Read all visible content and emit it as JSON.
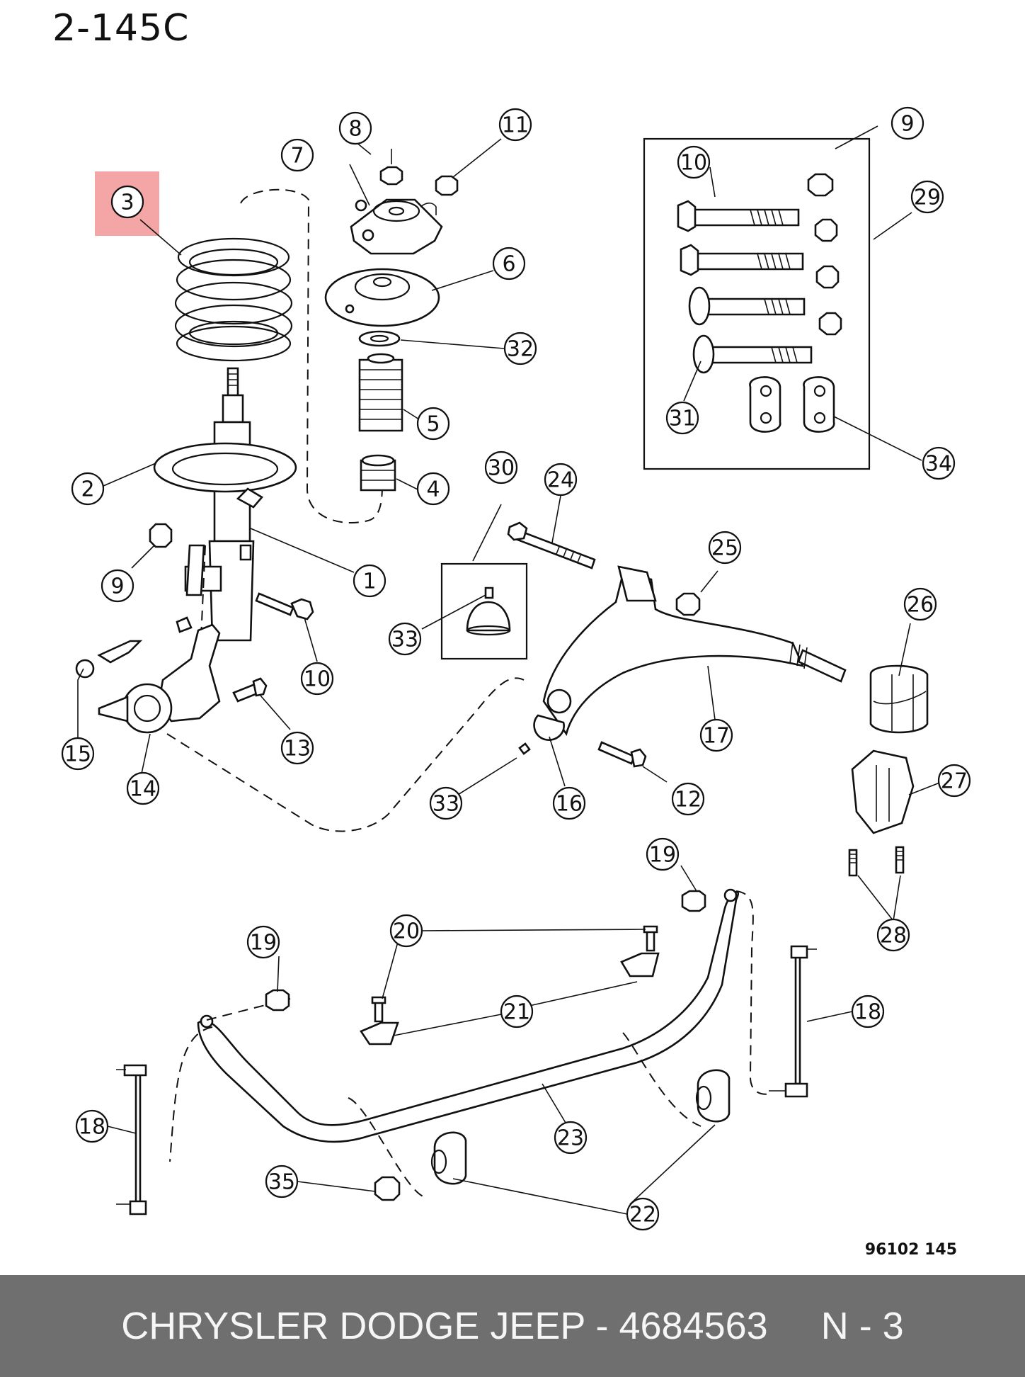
{
  "header": {
    "title": "2-145C"
  },
  "diagram_code": "96102 145",
  "footer": {
    "text": "CHRYSLER DODGE JEEP - 4684563     N - 3"
  },
  "highlight": {
    "label": "3",
    "color": "#f4a6a6"
  },
  "callouts": [
    "1",
    "2",
    "3",
    "4",
    "5",
    "6",
    "7",
    "8",
    "9",
    "9",
    "10",
    "10",
    "11",
    "12",
    "13",
    "14",
    "15",
    "16",
    "17",
    "18",
    "18",
    "19",
    "19",
    "20",
    "21",
    "22",
    "23",
    "24",
    "25",
    "26",
    "27",
    "28",
    "29",
    "30",
    "31",
    "32",
    "33",
    "33",
    "34",
    "35"
  ]
}
